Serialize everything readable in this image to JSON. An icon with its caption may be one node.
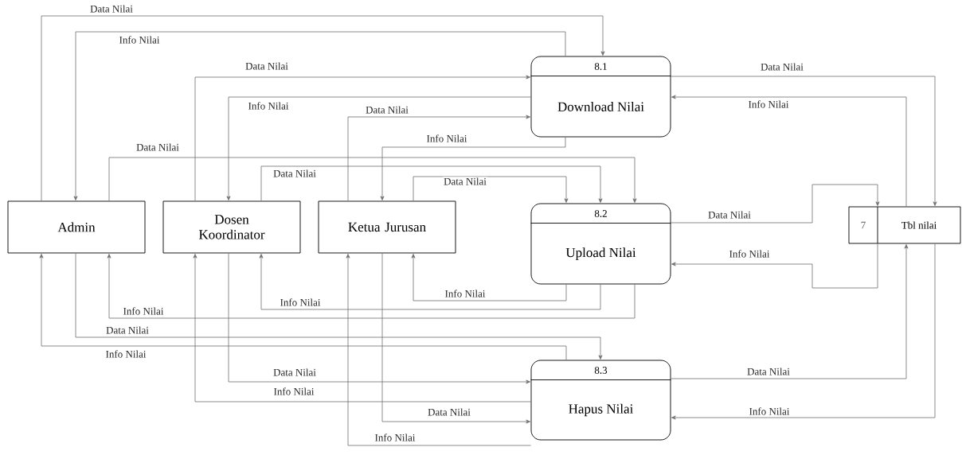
{
  "diagram": {
    "nodes": [
      {
        "text": [
          "Admin"
        ]
      },
      {
        "text": [
          "Dosen Koordinator"
        ]
      },
      {
        "text": [
          "Ketua Jurusan"
        ]
      },
      {
        "text": [
          "8.1",
          "Download Nilai"
        ]
      },
      {
        "text": [
          "8.2",
          "Upload Nilai"
        ]
      },
      {
        "text": [
          "8.3",
          "Hapus Nilai"
        ]
      },
      {
        "text": [
          "7",
          "Tbl nilai"
        ]
      }
    ],
    "edges": [
      {
        "from": 0,
        "to": 3,
        "arrow": "to",
        "label": "Data Nilai"
      },
      {
        "from": 3,
        "to": 0,
        "arrow": "to",
        "label": "Info Nilai"
      },
      {
        "from": 1,
        "to": 3,
        "arrow": "to",
        "label": "Data Nilai"
      },
      {
        "from": 3,
        "to": 1,
        "arrow": "to",
        "label": "Info Nilai"
      },
      {
        "from": 2,
        "to": 3,
        "arrow": "to",
        "label": "Data Nilai"
      },
      {
        "from": 3,
        "to": 2,
        "arrow": "to",
        "label": "Info Nilai"
      },
      {
        "from": 0,
        "to": 4,
        "arrow": "to",
        "label": "Data Nilai"
      },
      {
        "from": 1,
        "to": 4,
        "arrow": "to",
        "label": "Data Nilai"
      },
      {
        "from": 2,
        "to": 4,
        "arrow": "to",
        "label": "Data Nilai"
      },
      {
        "from": 4,
        "to": 6,
        "arrow": "to",
        "label": "Data Nilai"
      },
      {
        "from": 6,
        "to": 4,
        "arrow": "to",
        "label": "Info Nilai"
      },
      {
        "from": 3,
        "to": 6,
        "arrow": "to",
        "label": "Data Nilai"
      },
      {
        "from": 6,
        "to": 3,
        "arrow": "to",
        "label": "Info Nilai"
      },
      {
        "from": 4,
        "to": 2,
        "arrow": "to",
        "label": "Info Nilai"
      },
      {
        "from": 4,
        "to": 1,
        "arrow": "to",
        "label": "Info Nilai"
      },
      {
        "from": 4,
        "to": 0,
        "arrow": "to",
        "label": "Info Nilai"
      },
      {
        "from": 0,
        "to": 5,
        "arrow": "to",
        "label": "Data Nilai"
      },
      {
        "from": 5,
        "to": 0,
        "arrow": "to",
        "label": "Info Nilai"
      },
      {
        "from": 1,
        "to": 5,
        "arrow": "to",
        "label": "Data Nilai"
      },
      {
        "from": 5,
        "to": 1,
        "arrow": "to",
        "label": "Info Nilai"
      },
      {
        "from": 2,
        "to": 5,
        "arrow": "to",
        "label": "Data Nilai"
      },
      {
        "from": 5,
        "to": 2,
        "arrow": "to",
        "label": "Info Nilai"
      },
      {
        "from": 5,
        "to": 6,
        "arrow": "to",
        "label": "Data Nilai"
      },
      {
        "from": 6,
        "to": 5,
        "arrow": "to",
        "label": "Info Nilai"
      }
    ]
  }
}
